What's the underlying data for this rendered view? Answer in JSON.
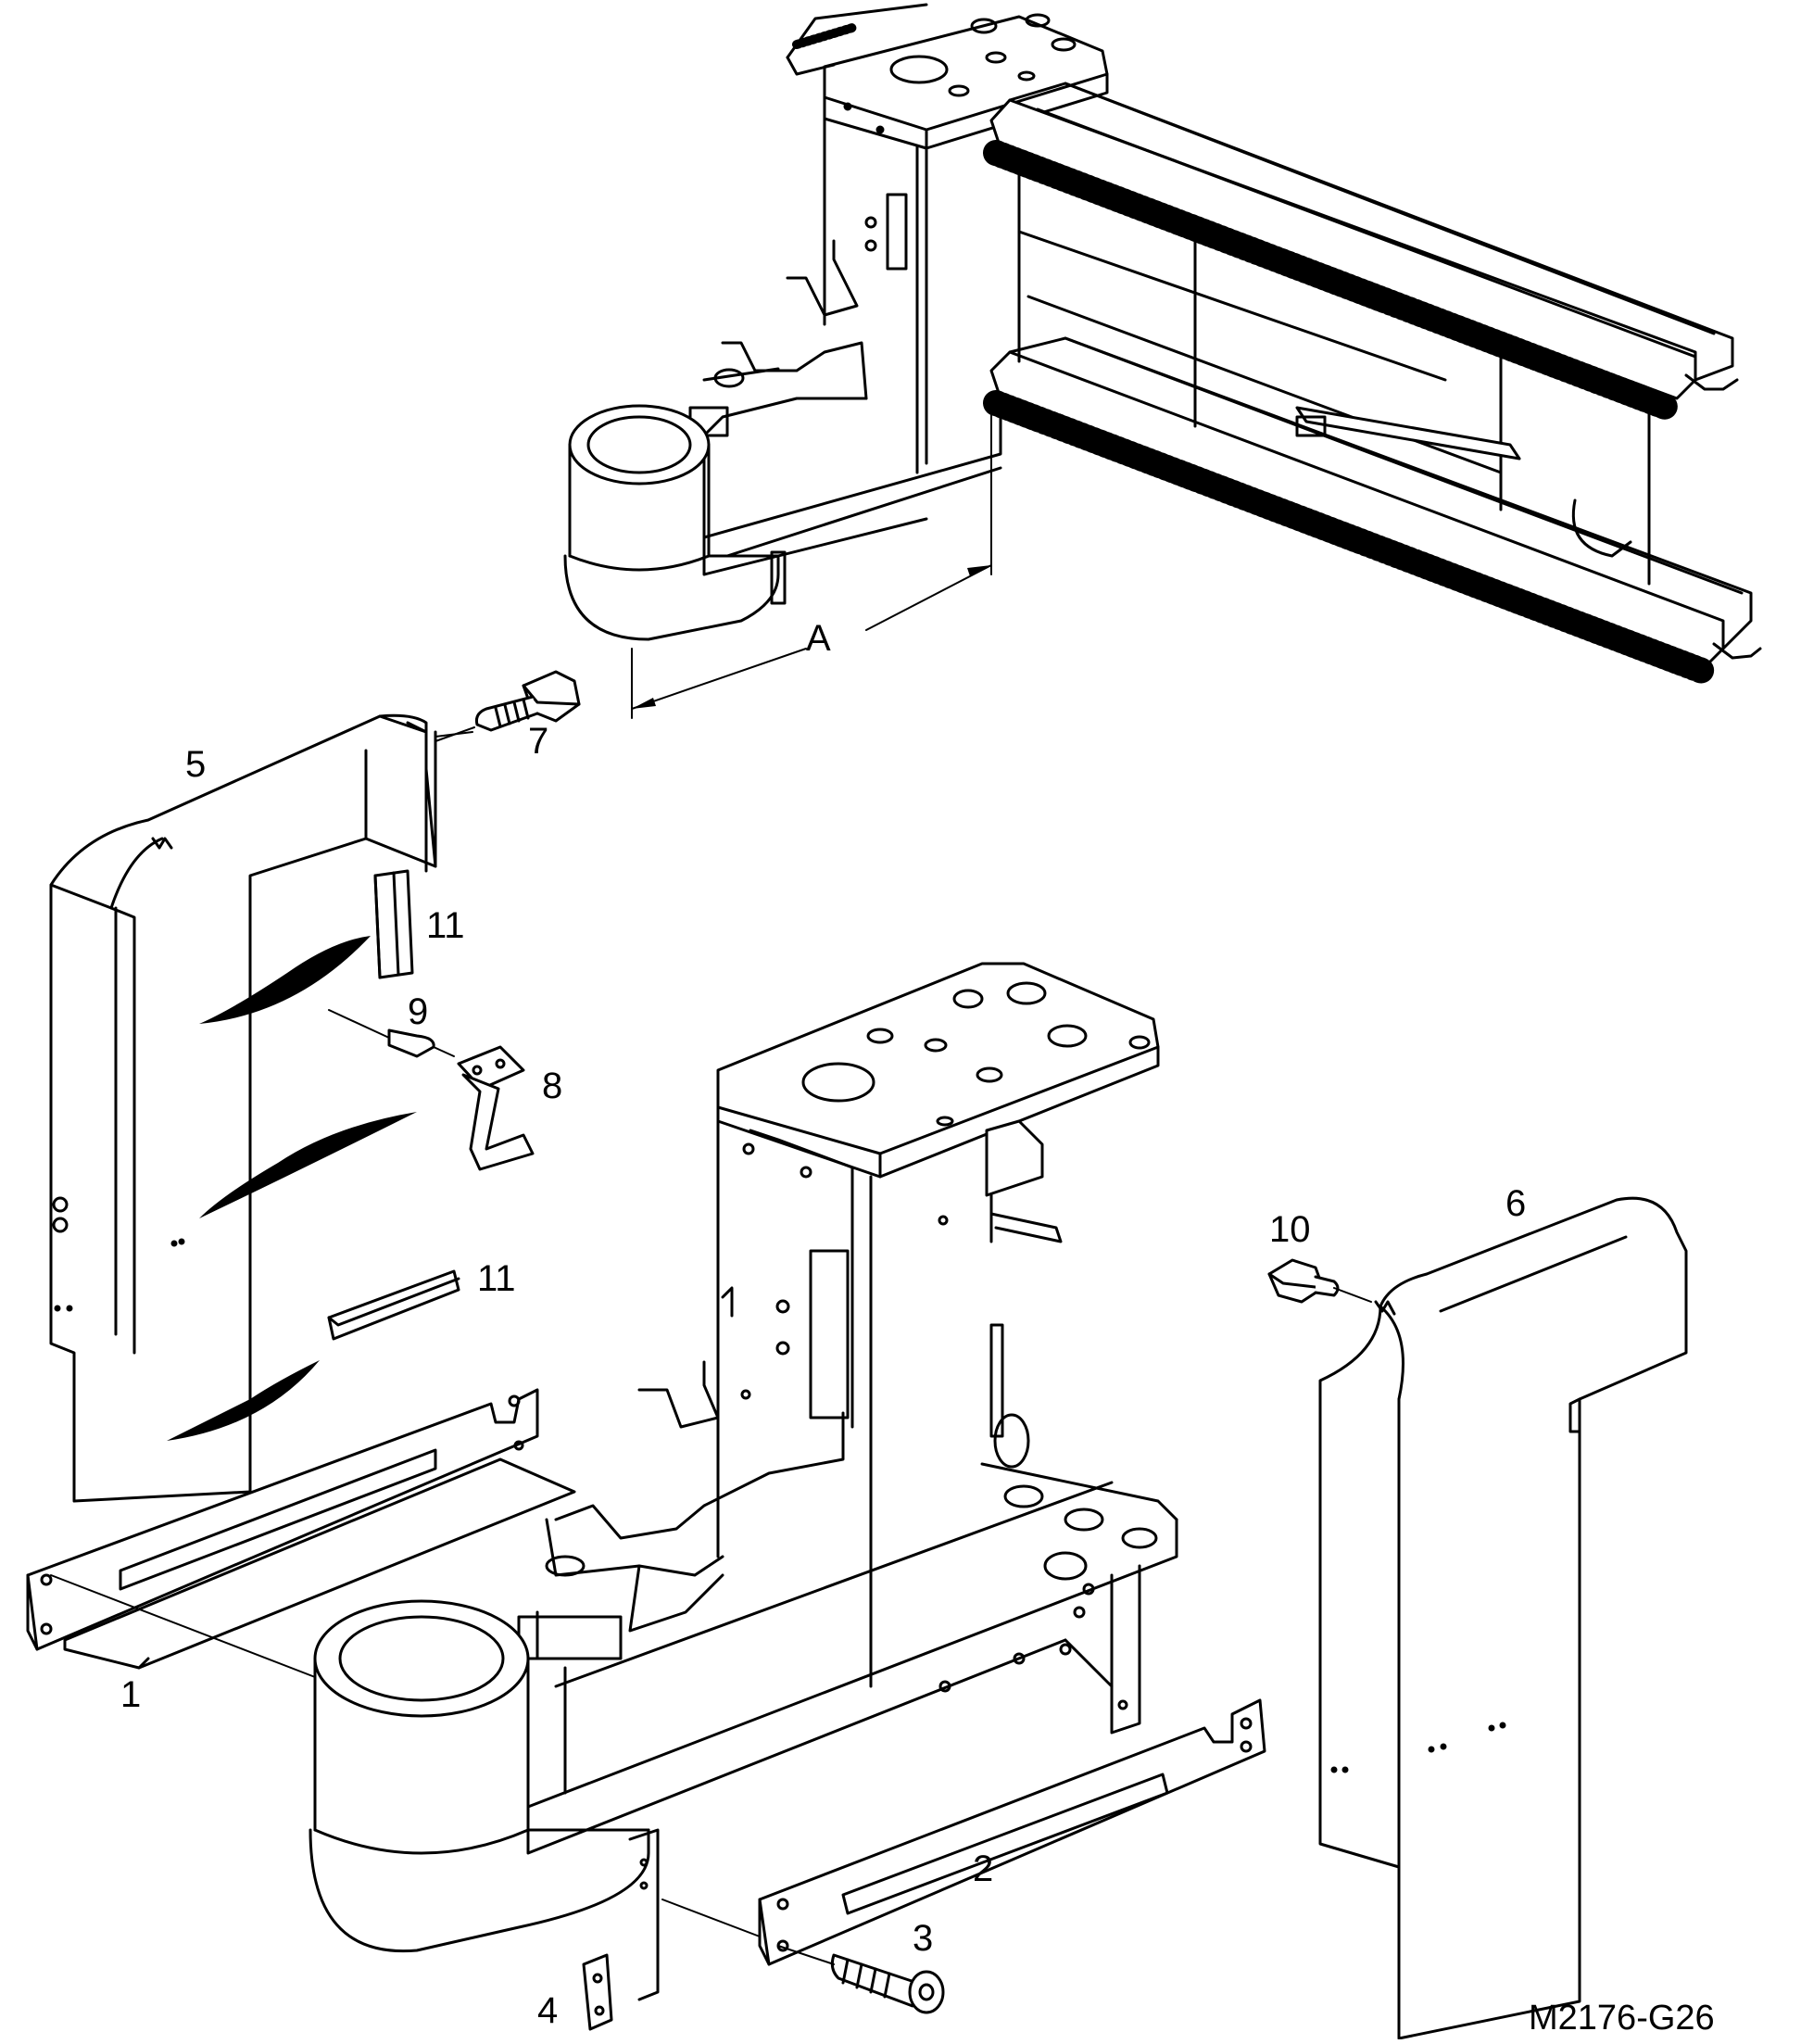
{
  "figure_ref": "M2176-G26",
  "dimension_label": "A",
  "callouts": [
    {
      "id": "label-1",
      "text": "1"
    },
    {
      "id": "label-2",
      "text": "2"
    },
    {
      "id": "label-3",
      "text": "3"
    },
    {
      "id": "label-4",
      "text": "4"
    },
    {
      "id": "label-5",
      "text": "5"
    },
    {
      "id": "label-6",
      "text": "6"
    },
    {
      "id": "label-7",
      "text": "7"
    },
    {
      "id": "label-8",
      "text": "8"
    },
    {
      "id": "label-9",
      "text": "9"
    },
    {
      "id": "label-10",
      "text": "10"
    },
    {
      "id": "label-11a",
      "text": "11"
    },
    {
      "id": "label-11b",
      "text": "11"
    }
  ],
  "colors": {
    "line": "#000000",
    "background": "#ffffff"
  }
}
